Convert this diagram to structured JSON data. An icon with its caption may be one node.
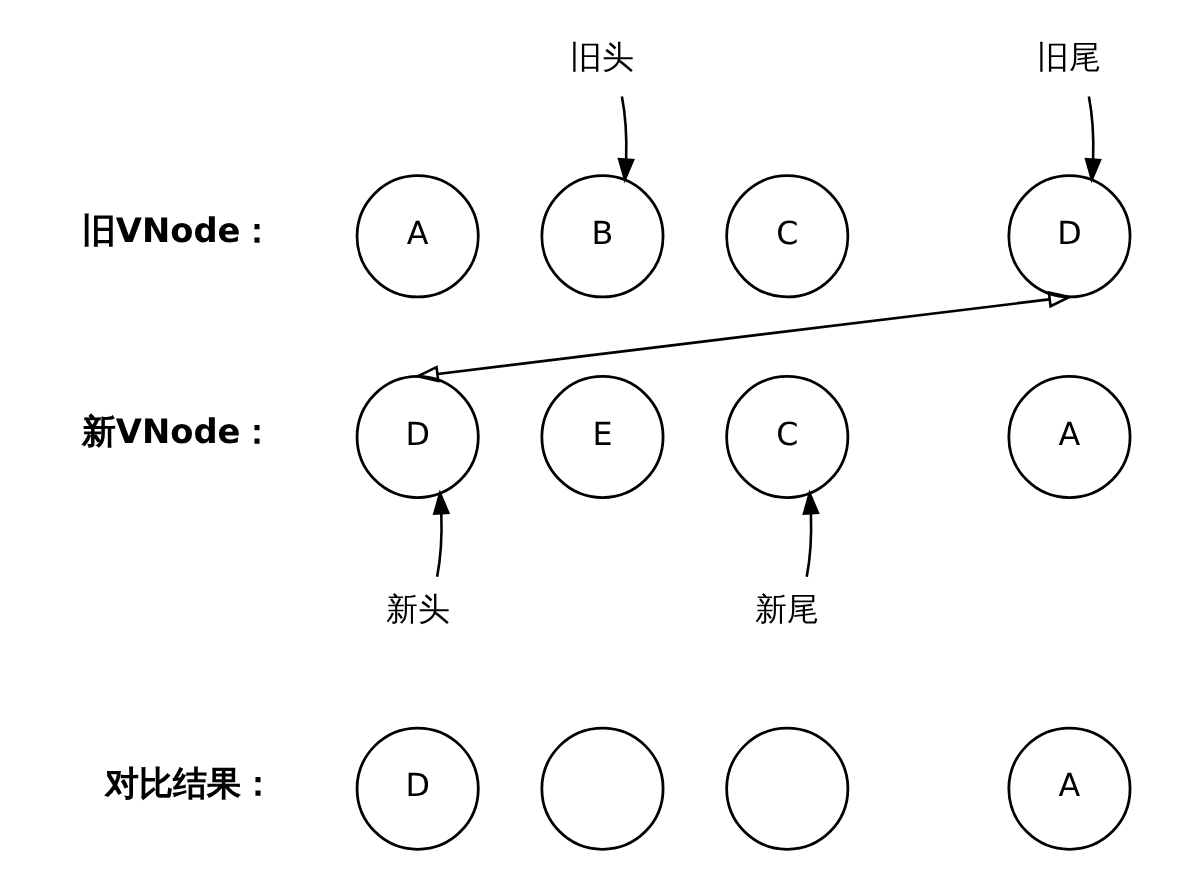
{
  "diagram": {
    "nodes": [
      {
        "text": [
          "旧头"
        ]
      },
      {
        "text": [
          "旧尾"
        ]
      },
      {
        "text": [
          "A"
        ]
      },
      {
        "text": [
          "B"
        ]
      },
      {
        "text": [
          "C"
        ]
      },
      {
        "text": [
          "D"
        ]
      },
      {
        "text": [
          "D"
        ]
      },
      {
        "text": [
          "E"
        ]
      },
      {
        "text": [
          "C"
        ]
      },
      {
        "text": [
          "A"
        ]
      },
      {
        "text": [
          "新头"
        ]
      },
      {
        "text": [
          "新尾"
        ]
      },
      {
        "text": [
          "D"
        ]
      },
      {
        "text": [],
        "shape": "circle"
      },
      {
        "text": [],
        "shape": "circle"
      },
      {
        "text": [
          "A"
        ]
      }
    ],
    "edges": [
      {
        "from": 0,
        "to": 3,
        "arrow": "to"
      },
      {
        "from": 1,
        "to": 5,
        "arrow": "to"
      },
      {
        "from": 5,
        "to": 6,
        "arrow": "both"
      },
      {
        "from": 10,
        "to": 6,
        "arrow": "to"
      },
      {
        "from": 11,
        "to": 8,
        "arrow": "to"
      }
    ],
    "labels": [
      "旧VNode：",
      "新VNode：",
      "对比结果："
    ]
  }
}
